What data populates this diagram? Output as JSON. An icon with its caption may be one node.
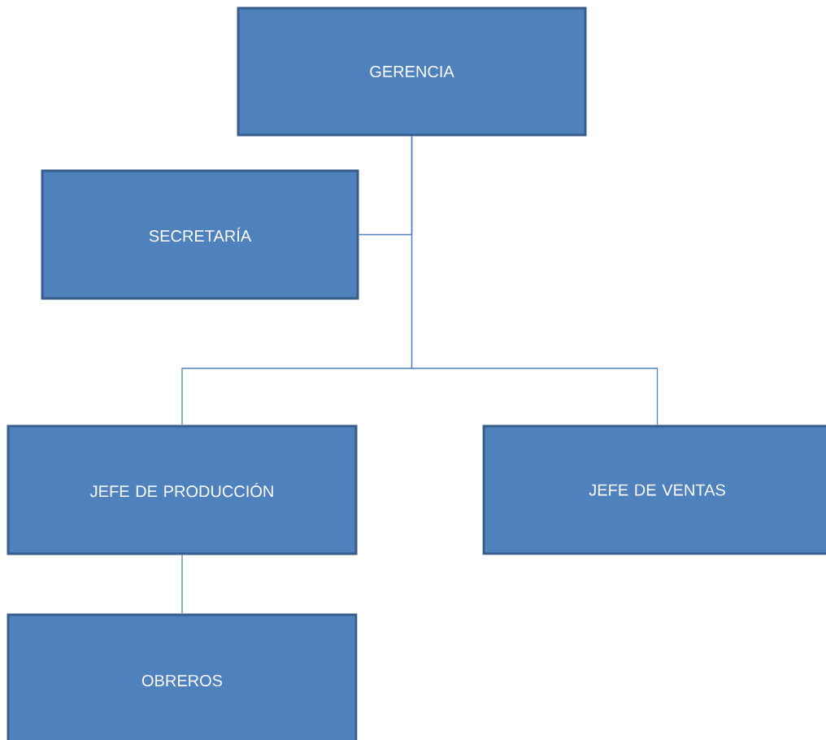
{
  "diagram": {
    "nodes": [
      {
        "text": [
          "GERENCIA"
        ]
      },
      {
        "text": [
          "SECRETARÍA"
        ]
      },
      {
        "text": [
          "JEFE DE PRODUCCIÓN"
        ]
      },
      {
        "text": [
          "JEFE DE VENTAS"
        ]
      },
      {
        "text": [
          "OBREROS"
        ]
      }
    ],
    "edges": [
      {
        "from": 0,
        "to": 1,
        "arrow": "none"
      },
      {
        "from": 0,
        "to": 2,
        "arrow": "none"
      },
      {
        "from": 0,
        "to": 3,
        "arrow": "none"
      },
      {
        "from": 2,
        "to": 4,
        "arrow": "none"
      }
    ]
  }
}
